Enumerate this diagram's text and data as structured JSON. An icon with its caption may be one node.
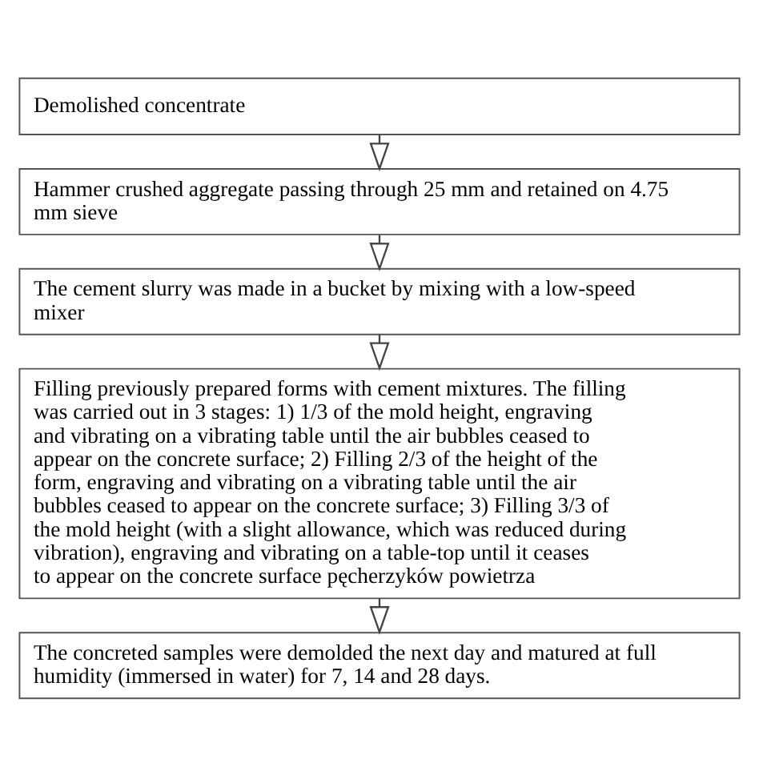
{
  "diagram": {
    "nodes": [
      {
        "text": [
          "Demolished concentrate"
        ]
      },
      {
        "text": [
          "Hammer crushed aggregate passing through 25 mm and retained on 4.75 mm sieve"
        ]
      },
      {
        "text": [
          "The cement slurry was made in a bucket by mixing with a low-speed mixer"
        ]
      },
      {
        "text": [
          "Filling previously prepared forms with cement mixtures. The filling was carried out in 3 stages: 1) 1/3 of the mold height, engraving and vibrating on a vibrating table until the air bubbles ceased to appear on the concrete surface; 2) Filling 2/3 of the height of the form, engraving and vibrating on a vibrating table until the air bubbles ceased to appear on the concrete surface; 3) Filling 3/3 of the mold height (with a slight allowance, which was reduced during vibration), engraving and vibrating on a table-top until it ceases to appear on the concrete surface pęcherzyków powietrza"
        ]
      },
      {
        "text": [
          "The concreted samples were demolded the next day and matured at full humidity (immersed in water) for 7, 14 and 28 days."
        ]
      }
    ],
    "edges": [
      {
        "from": 0,
        "to": 1,
        "arrow": "to"
      },
      {
        "from": 1,
        "to": 2,
        "arrow": "to"
      },
      {
        "from": 2,
        "to": 3,
        "arrow": "to"
      },
      {
        "from": 3,
        "to": 4,
        "arrow": "to"
      }
    ]
  }
}
